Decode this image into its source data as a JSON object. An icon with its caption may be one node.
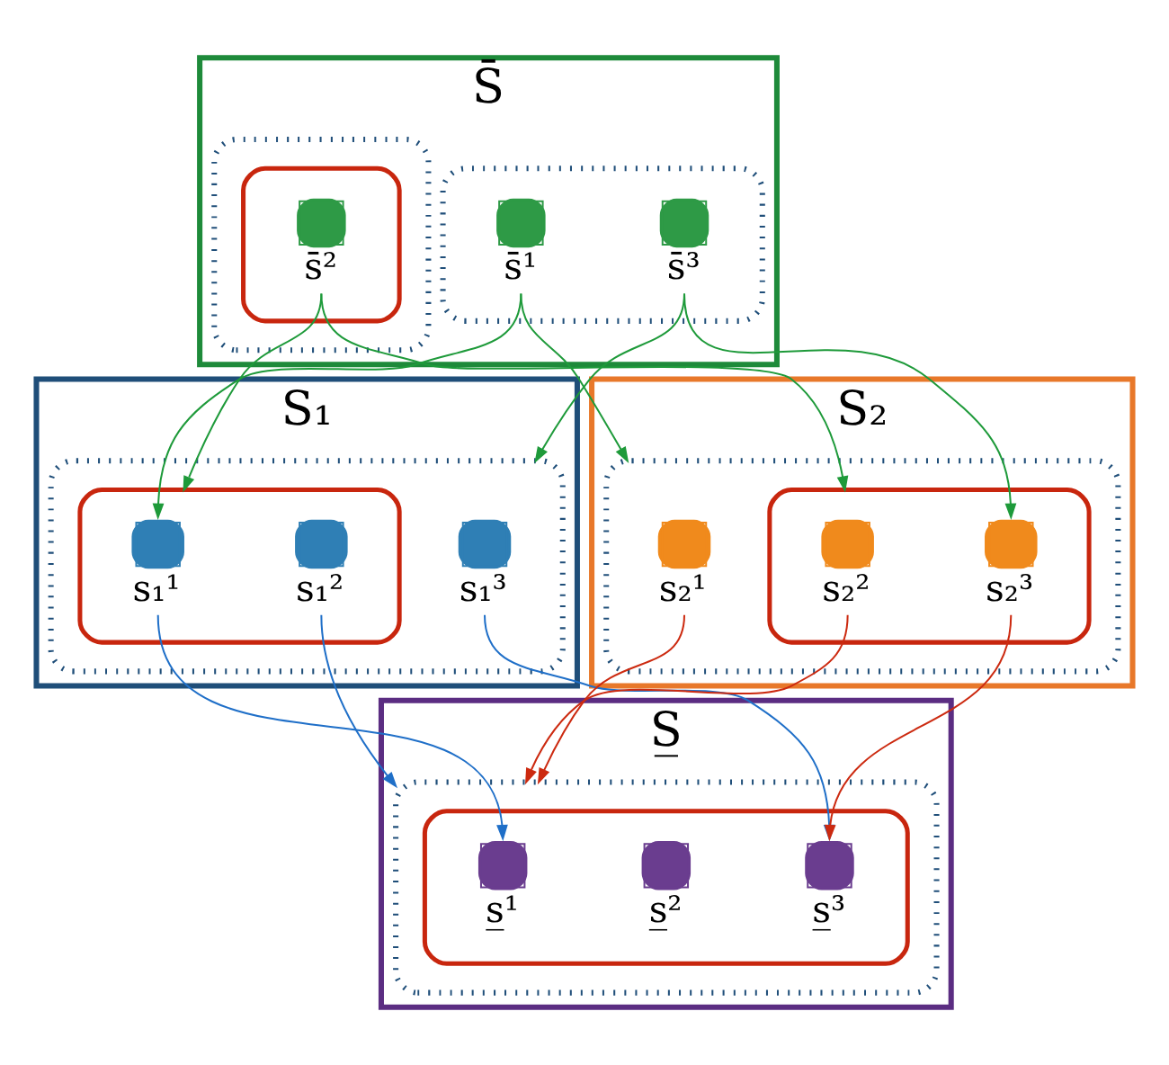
{
  "diagram": {
    "nodes": [
      {
        "text": [
          "S̄"
        ]
      },
      {
        "text": [],
        "shape": "box",
        "in": 0
      },
      {
        "text": [
          "s̄¹"
        ],
        "in": 1
      },
      {
        "text": [
          "s̄³"
        ],
        "in": 1
      },
      {
        "text": [],
        "shape": "box",
        "in": 0
      },
      {
        "text": [],
        "shape": "box",
        "in": 4
      },
      {
        "text": [
          "s̄²"
        ],
        "in": 5
      },
      {
        "text": [
          "S₁"
        ]
      },
      {
        "text": [],
        "shape": "box",
        "in": 7
      },
      {
        "text": [],
        "shape": "box",
        "in": 8
      },
      {
        "text": [
          "s₁¹"
        ],
        "in": 9
      },
      {
        "text": [
          "s₁²"
        ],
        "in": 9
      },
      {
        "text": [
          "s₁³"
        ],
        "in": 8
      },
      {
        "text": [
          "S₂"
        ]
      },
      {
        "text": [],
        "shape": "box",
        "in": 13
      },
      {
        "text": [
          "s₂¹"
        ],
        "in": 14
      },
      {
        "text": [],
        "shape": "box",
        "in": 14
      },
      {
        "text": [
          "s₂²"
        ],
        "in": 16
      },
      {
        "text": [
          "s₂³"
        ],
        "in": 16
      },
      {
        "text": [
          "S̲"
        ]
      },
      {
        "text": [],
        "shape": "box",
        "in": 19
      },
      {
        "text": [],
        "shape": "box",
        "in": 20
      },
      {
        "text": [
          "s̲¹"
        ],
        "in": 21
      },
      {
        "text": [
          "s̲²"
        ],
        "in": 21
      },
      {
        "text": [
          "s̲³"
        ],
        "in": 21
      }
    ],
    "edges": [
      {
        "from": 2,
        "to": 10,
        "arrow": "to"
      },
      {
        "from": 2,
        "to": 14,
        "arrow": "to"
      },
      {
        "from": 6,
        "to": 9,
        "arrow": "to"
      },
      {
        "from": 6,
        "to": 16,
        "arrow": "to"
      },
      {
        "from": 3,
        "to": 8,
        "arrow": "to"
      },
      {
        "from": 3,
        "to": 18,
        "arrow": "to"
      },
      {
        "from": 10,
        "to": 22,
        "arrow": "to",
        "color": "#1f6fc8"
      },
      {
        "from": 11,
        "to": 20,
        "arrow": "to",
        "color": "#1f6fc8"
      },
      {
        "from": 12,
        "to": 24,
        "arrow": "to",
        "color": "#1f6fc8"
      },
      {
        "from": 15,
        "to": 20,
        "arrow": "to",
        "color": "#cc2a10"
      },
      {
        "from": 17,
        "to": 20,
        "arrow": "to",
        "color": "#cc2a10"
      },
      {
        "from": 18,
        "to": 24,
        "arrow": "to",
        "color": "#cc2a10"
      }
    ]
  }
}
